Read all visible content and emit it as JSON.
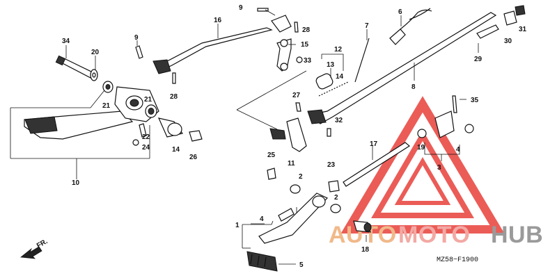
{
  "diagram": {
    "code": "MZ58−F1900",
    "fr_label": "FR.",
    "watermark": {
      "text_auto": "AUTO",
      "text_moto": "MOTO",
      "text_hub": "HUB",
      "color_auto": "#f0b98a",
      "color_moto": "#f2a9a4",
      "color_hub": "#9a9a9a",
      "triangle_color": "#e8403a"
    },
    "labels": [
      {
        "id": "l34",
        "text": "34"
      },
      {
        "id": "l20",
        "text": "20"
      },
      {
        "id": "l9a",
        "text": "9"
      },
      {
        "id": "l9b",
        "text": "9"
      },
      {
        "id": "l16",
        "text": "16"
      },
      {
        "id": "l28a",
        "text": "28"
      },
      {
        "id": "l28b",
        "text": "28"
      },
      {
        "id": "l15",
        "text": "15"
      },
      {
        "id": "l33",
        "text": "33"
      },
      {
        "id": "l12",
        "text": "12"
      },
      {
        "id": "l13",
        "text": "13"
      },
      {
        "id": "l14a",
        "text": "14"
      },
      {
        "id": "l7",
        "text": "7"
      },
      {
        "id": "l6",
        "text": "6"
      },
      {
        "id": "l29",
        "text": "29"
      },
      {
        "id": "l30",
        "text": "30"
      },
      {
        "id": "l31",
        "text": "31"
      },
      {
        "id": "l8",
        "text": "8"
      },
      {
        "id": "l21a",
        "text": "21"
      },
      {
        "id": "l21b",
        "text": "21"
      },
      {
        "id": "l22",
        "text": "22"
      },
      {
        "id": "l24",
        "text": "24"
      },
      {
        "id": "l14b",
        "text": "14"
      },
      {
        "id": "l26",
        "text": "26"
      },
      {
        "id": "l27",
        "text": "27"
      },
      {
        "id": "l32",
        "text": "32"
      },
      {
        "id": "l35",
        "text": "35"
      },
      {
        "id": "l19",
        "text": "19"
      },
      {
        "id": "l3",
        "text": "3"
      },
      {
        "id": "l4a",
        "text": "4"
      },
      {
        "id": "l10",
        "text": "10"
      },
      {
        "id": "l11",
        "text": "11"
      },
      {
        "id": "l25",
        "text": "25"
      },
      {
        "id": "l2a",
        "text": "2"
      },
      {
        "id": "l23",
        "text": "23"
      },
      {
        "id": "l17",
        "text": "17"
      },
      {
        "id": "l2b",
        "text": "2"
      },
      {
        "id": "l1",
        "text": "1"
      },
      {
        "id": "l4b",
        "text": "4"
      },
      {
        "id": "l18",
        "text": "18"
      },
      {
        "id": "l5",
        "text": "5"
      }
    ]
  }
}
